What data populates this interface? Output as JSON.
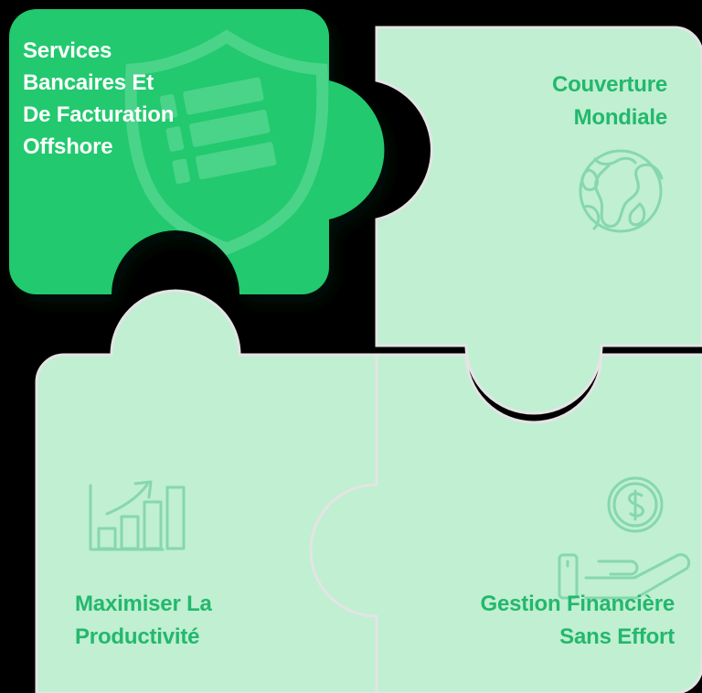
{
  "graphic": {
    "kind": "puzzle-infographic",
    "colors": {
      "solid_green": "#23C96E",
      "light_green": "#C0EFD2",
      "text_green": "#23B86C",
      "text_white": "#FFFFFF",
      "seam": "#E4E4E4",
      "watermark_light": "#4CD88A",
      "icon_green": "#86D7AE",
      "background": "#000000"
    }
  },
  "pieces": [
    {
      "id": "offshore-banking",
      "position": "top-left",
      "title": "Services\nBancaires Et\nDe Facturation\nOffshore",
      "style": "filled",
      "icon": "shield-document-icon"
    },
    {
      "id": "global-coverage",
      "position": "top-right",
      "title": "Couverture\nMondiale",
      "style": "tinted",
      "icon": "globe-icon"
    },
    {
      "id": "maximize-productivity",
      "position": "bottom-left",
      "title": "Maximiser La\nProductivité",
      "style": "tinted",
      "icon": "bar-chart-growth-icon"
    },
    {
      "id": "effortless-finance",
      "position": "bottom-right",
      "title": "Gestion Financière\nSans Effort",
      "style": "tinted",
      "icon": "hand-holding-coin-icon"
    }
  ]
}
